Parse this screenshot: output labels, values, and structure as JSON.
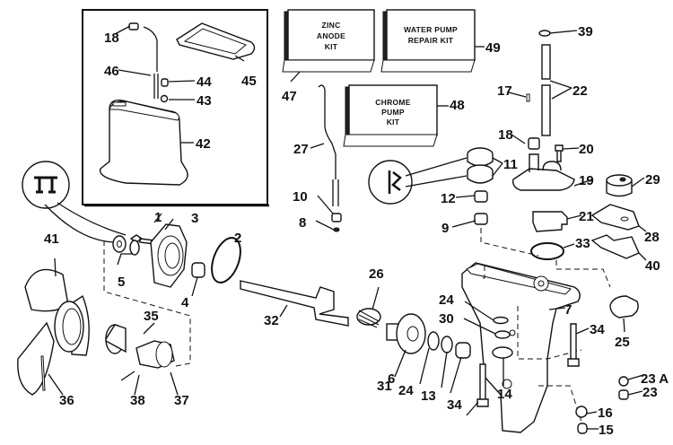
{
  "diagram": {
    "title": "Lower unit gearcase exploded parts diagram",
    "kits": [
      {
        "id": "47",
        "lines": [
          "ZINC",
          "ANODE",
          "KIT"
        ]
      },
      {
        "id": "49",
        "lines": [
          "WATER PUMP",
          "REPAIR KIT"
        ]
      },
      {
        "id": "48",
        "lines": [
          "CHROME",
          "PUMP",
          "KIT"
        ]
      }
    ],
    "callouts": {
      "c1": "1",
      "c2": "2",
      "c3": "3",
      "c4": "4",
      "c5": "5",
      "c6": "6",
      "c7": "7",
      "c8": "8",
      "c9": "9",
      "c10": "10",
      "c11": "11",
      "c12": "12",
      "c13": "13",
      "c14": "14",
      "c15": "15",
      "c16": "16",
      "c17": "17",
      "c18a": "18",
      "c18b": "18",
      "c19": "19",
      "c20": "20",
      "c21": "21",
      "c22": "22",
      "c23": "23",
      "c23a": "23 A",
      "c24a": "24",
      "c24b": "24",
      "c25": "25",
      "c26": "26",
      "c27": "27",
      "c28": "28",
      "c29": "29",
      "c30": "30",
      "c31": "31",
      "c32": "32",
      "c33": "33",
      "c34a": "34",
      "c34b": "34",
      "c35": "35",
      "c36": "36",
      "c37": "37",
      "c38": "38",
      "c39": "39",
      "c40": "40",
      "c41": "41",
      "c42": "42",
      "c43": "43",
      "c44": "44",
      "c45": "45",
      "c46": "46",
      "c47": "47",
      "c48": "48",
      "c49": "49"
    }
  }
}
